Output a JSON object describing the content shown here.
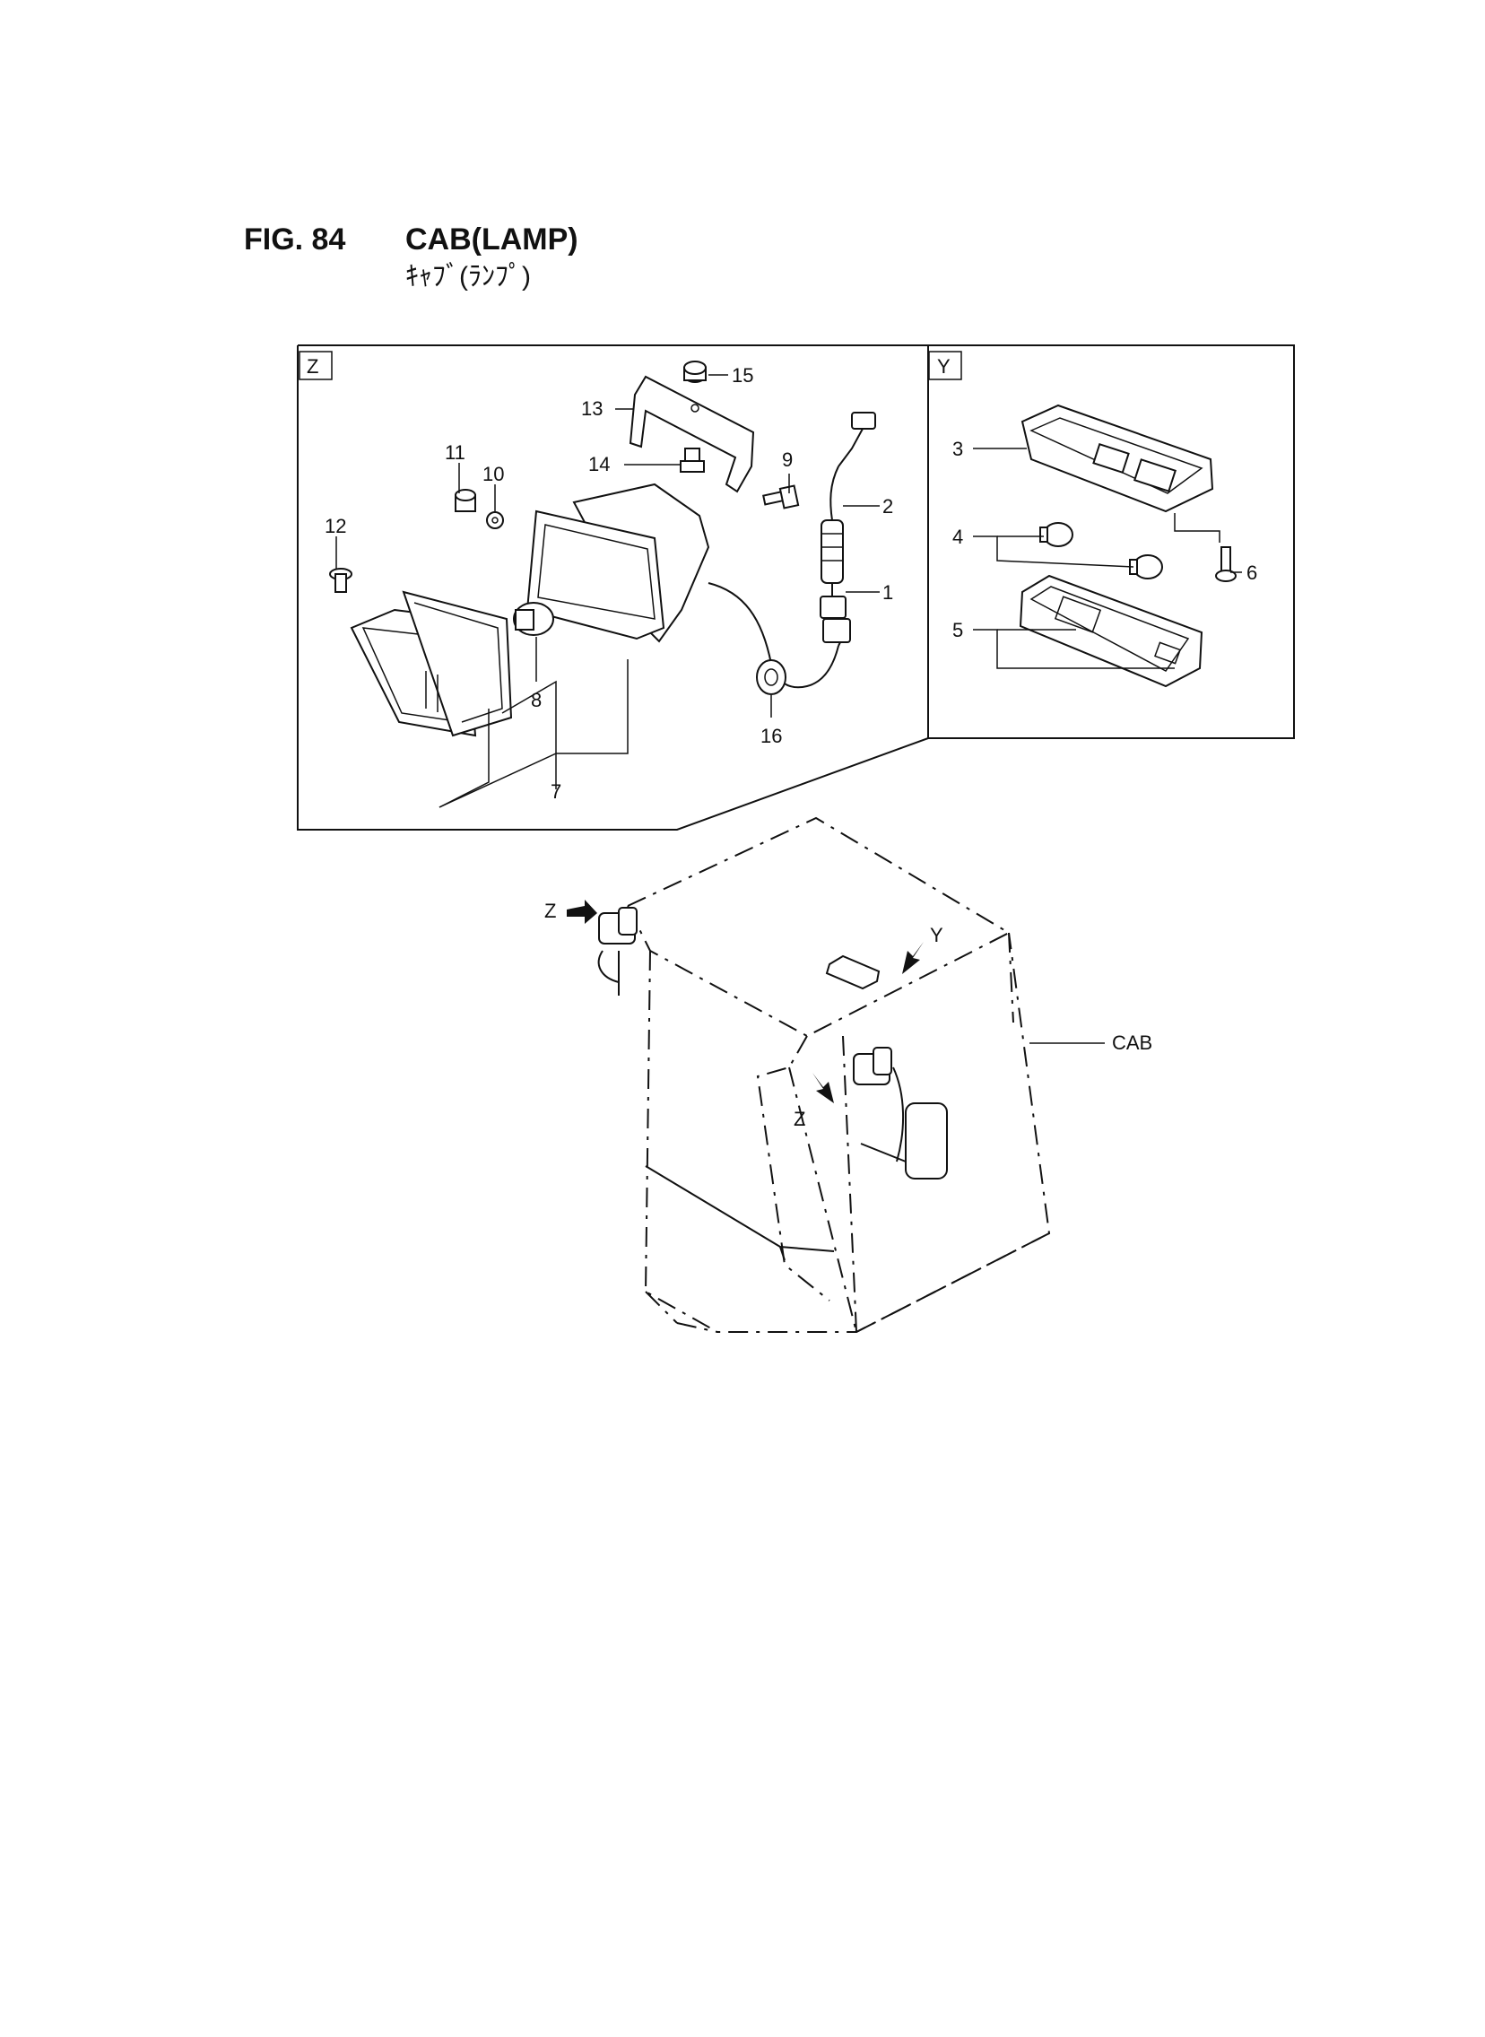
{
  "header": {
    "fig_label": "FIG. 84",
    "title": "CAB(LAMP)",
    "subtitle_jp": "ｷｬﾌﾞ(ﾗﾝﾌﾟ)"
  },
  "views": {
    "z_letter": "Z",
    "y_letter": "Y"
  },
  "callouts": {
    "c1": "1",
    "c2": "2",
    "c3": "3",
    "c4": "4",
    "c5": "5",
    "c6": "6",
    "c7": "7",
    "c8": "8",
    "c9": "9",
    "c10": "10",
    "c11": "11",
    "c12": "12",
    "c13": "13",
    "c14": "14",
    "c15": "15",
    "c16": "16"
  },
  "cab": {
    "label": "CAB",
    "z_marker_left": "Z",
    "z_marker_right": "Z",
    "y_marker": "Y"
  }
}
